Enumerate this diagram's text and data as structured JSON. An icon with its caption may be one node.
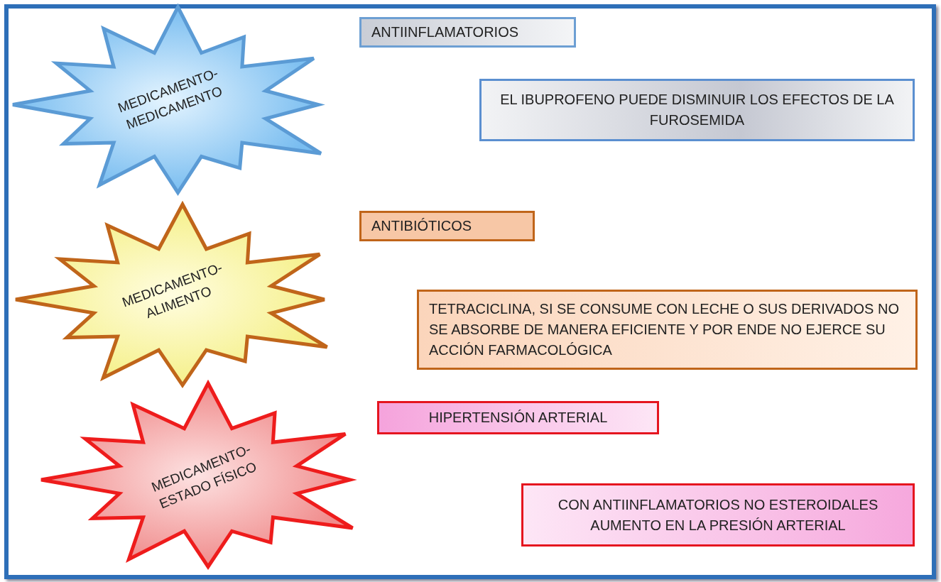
{
  "diagram": {
    "nodes": [
      {
        "text": [
          "MEDICAMENTO-MEDICAMENTO"
        ]
      },
      {
        "text": [
          "ANTIINFLAMATORIOS"
        ]
      },
      {
        "text": [
          "EL IBUPROFENO PUEDE DISMINUIR LOS EFECTOS DE LA FUROSEMIDA"
        ]
      },
      {
        "text": [
          "MEDICAMENTO-ALIMENTO"
        ]
      },
      {
        "text": [
          "ANTIBIÓTICOS"
        ]
      },
      {
        "text": [
          "TETRACICLINA, SI SE CONSUME CON LECHE O SUS DERIVADOS NO SE ABSORBE DE MANERA EFICIENTE Y POR ENDE NO EJERCE SU ACCIÓN FARMACOLÓGICA"
        ]
      },
      {
        "text": [
          "MEDICAMENTO-ESTADO FÍSICO"
        ]
      },
      {
        "text": [
          "HIPERTENSIÓN ARTERIAL"
        ]
      },
      {
        "text": [
          "CON ANTIINFLAMATORIOS NO ESTEROIDALES AUMENTO EN LA PRESIÓN ARTERIAL"
        ]
      }
    ]
  }
}
